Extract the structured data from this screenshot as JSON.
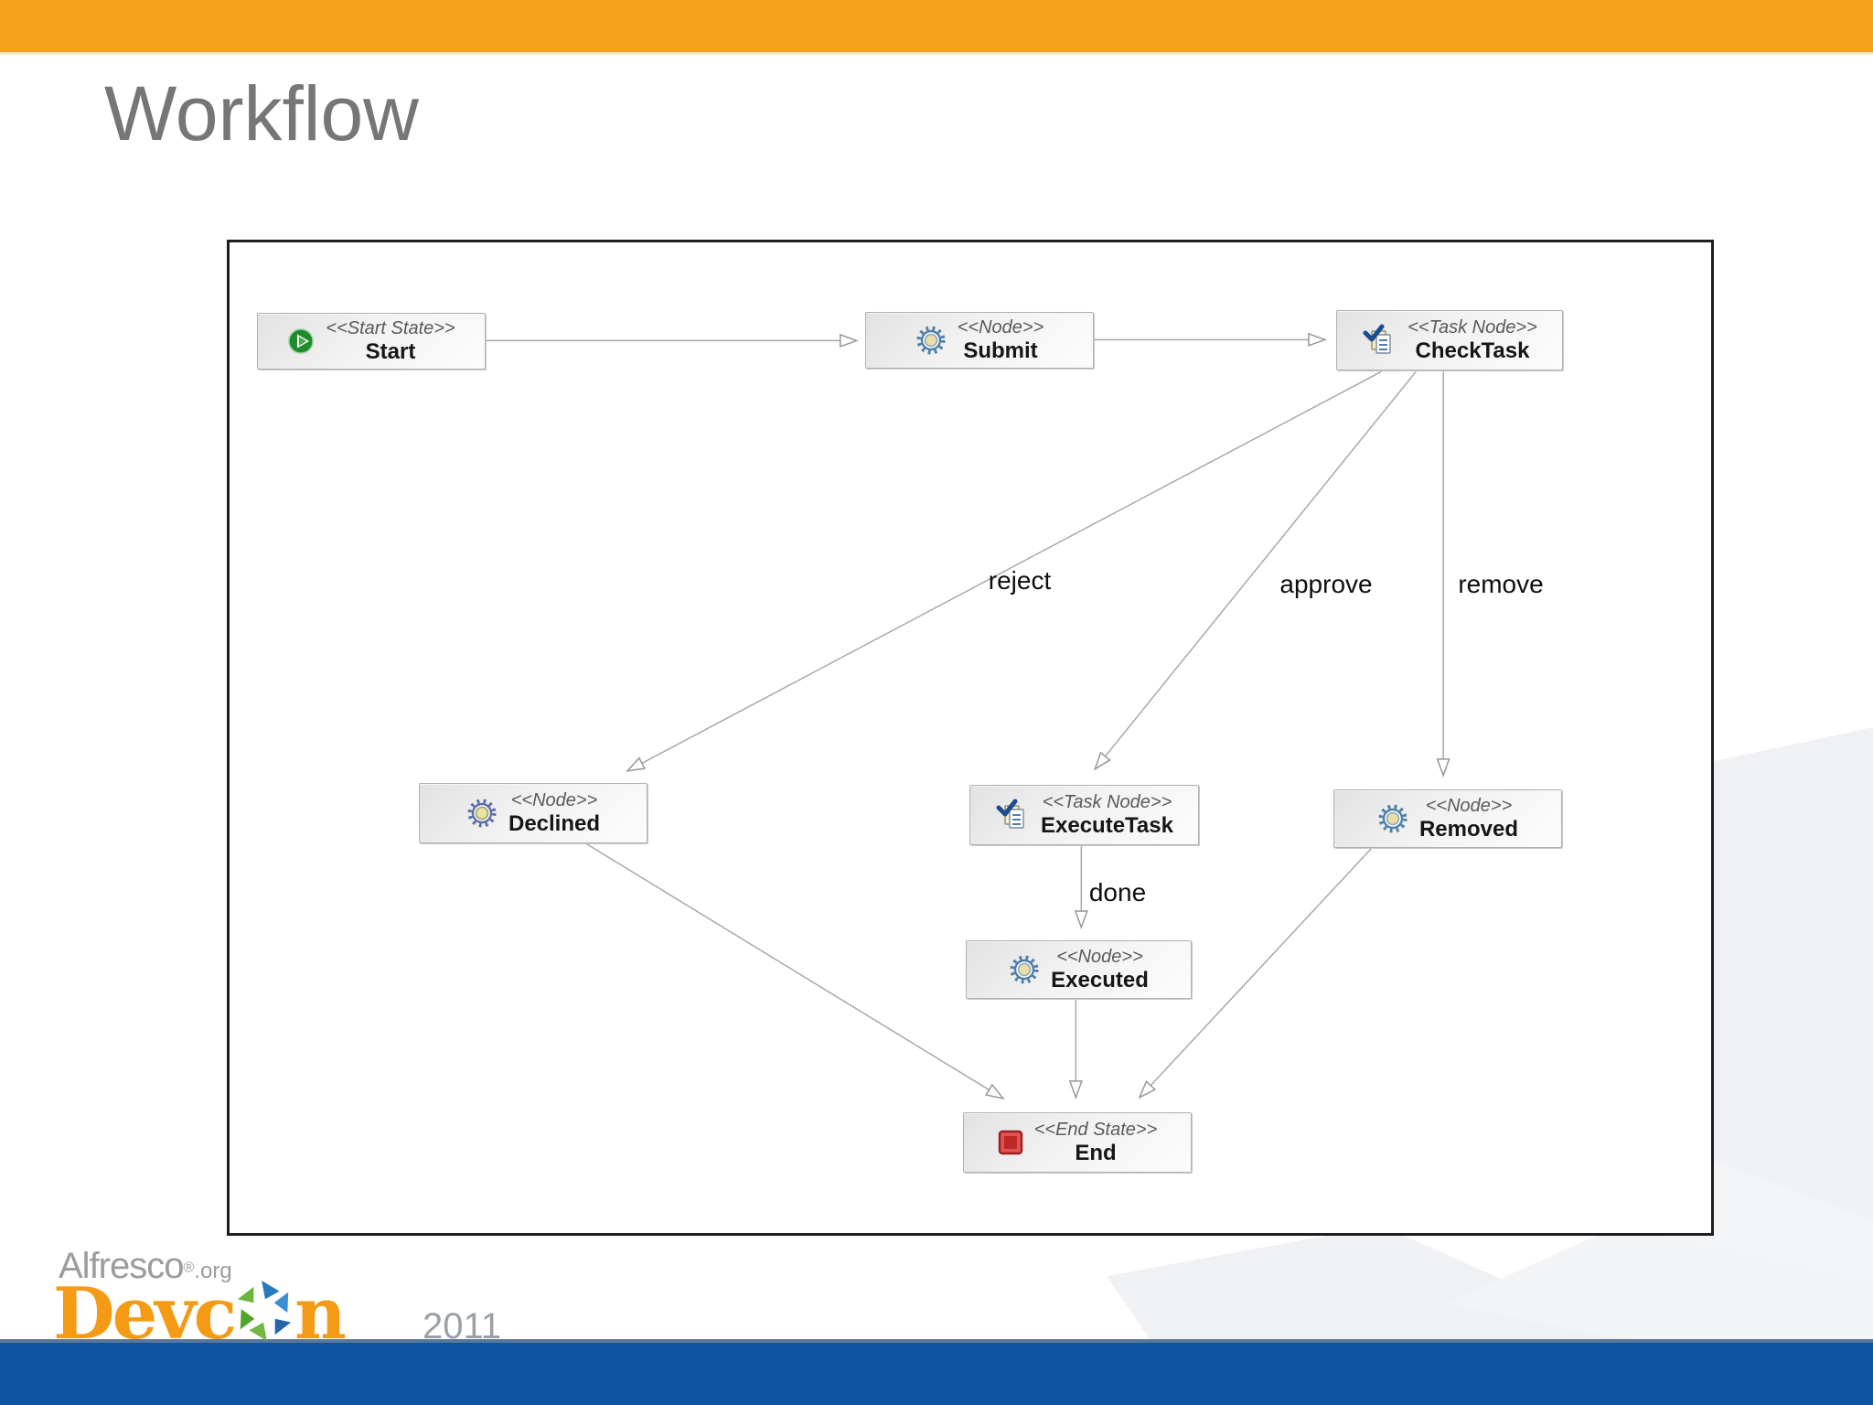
{
  "slide": {
    "title": "Workflow",
    "accent_orange": "#F5A11E",
    "footer_blue": "#0D55A0",
    "title_gray": "#767676"
  },
  "diagram": {
    "type": "workflow",
    "nodes": [
      {
        "id": "start",
        "stereotype": "<<Start State>>",
        "name": "Start",
        "icon": "start-icon"
      },
      {
        "id": "submit",
        "stereotype": "<<Node>>",
        "name": "Submit",
        "icon": "gear-icon"
      },
      {
        "id": "checktask",
        "stereotype": "<<Task Node>>",
        "name": "CheckTask",
        "icon": "task-icon"
      },
      {
        "id": "declined",
        "stereotype": "<<Node>>",
        "name": "Declined",
        "icon": "gear-icon"
      },
      {
        "id": "executetask",
        "stereotype": "<<Task Node>>",
        "name": "ExecuteTask",
        "icon": "task-icon"
      },
      {
        "id": "removed",
        "stereotype": "<<Node>>",
        "name": "Removed",
        "icon": "gear-icon"
      },
      {
        "id": "executed",
        "stereotype": "<<Node>>",
        "name": "Executed",
        "icon": "gear-icon"
      },
      {
        "id": "end",
        "stereotype": "<<End State>>",
        "name": "End",
        "icon": "end-icon"
      }
    ],
    "edges": [
      {
        "from": "Start",
        "to": "Submit",
        "label": ""
      },
      {
        "from": "Submit",
        "to": "CheckTask",
        "label": ""
      },
      {
        "from": "CheckTask",
        "to": "Declined",
        "label": "reject"
      },
      {
        "from": "CheckTask",
        "to": "ExecuteTask",
        "label": "approve"
      },
      {
        "from": "CheckTask",
        "to": "Removed",
        "label": "remove"
      },
      {
        "from": "ExecuteTask",
        "to": "Executed",
        "label": "done"
      },
      {
        "from": "Declined",
        "to": "End",
        "label": ""
      },
      {
        "from": "Executed",
        "to": "End",
        "label": ""
      },
      {
        "from": "Removed",
        "to": "End",
        "label": ""
      }
    ]
  },
  "footer": {
    "brand_name": "Alfresco",
    "brand_reg": "®",
    "brand_tld": ".org",
    "logo_left": "Devc",
    "logo_right": "n",
    "year": "2011"
  }
}
